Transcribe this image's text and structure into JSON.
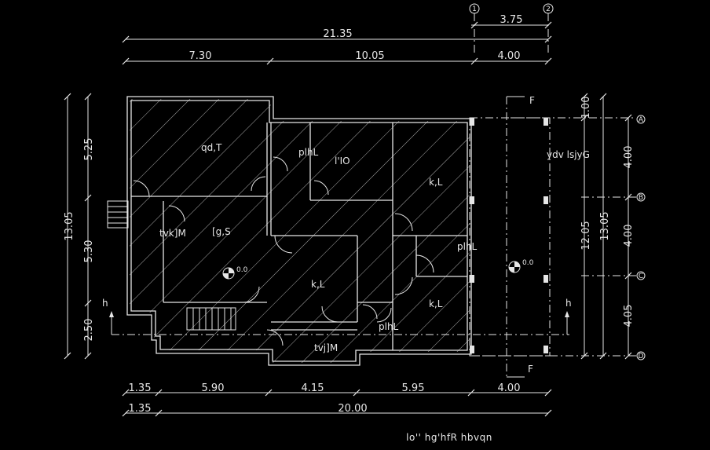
{
  "drawing": {
    "title": "lo'' hg'hfR hbvqn",
    "axes_top": [
      "1",
      "2"
    ],
    "axes_right": [
      "D",
      "C",
      "B",
      "A"
    ],
    "dims_top_total": "21.35",
    "dims_top_right": "3.75",
    "dims_top_parts": [
      "7.30",
      "10.05",
      "4.00"
    ],
    "dims_bottom_parts": [
      "1.35",
      "5.90",
      "4.15",
      "5.95",
      "4.00"
    ],
    "dims_bottom_total": [
      "1.35",
      "20.00"
    ],
    "dims_left_total": "13.05",
    "dims_left_parts": [
      "5.25",
      "5.30",
      "2.50"
    ],
    "dims_right_a": [
      "1.00",
      "12.05"
    ],
    "dims_right_b": [
      "13.05",
      "4.00",
      "4.00",
      "4.05"
    ],
    "rooms": [
      "qd,T",
      "plhL",
      "l'IO",
      "k,L",
      "tvk]M",
      "[g,S",
      "k,L",
      "plhL",
      "k,L",
      "plhL",
      "tvj]M",
      "ydv lsjyG"
    ],
    "levels": [
      "0.0",
      "0.0"
    ],
    "section_marks": [
      "F",
      "F",
      "h",
      "h"
    ]
  }
}
